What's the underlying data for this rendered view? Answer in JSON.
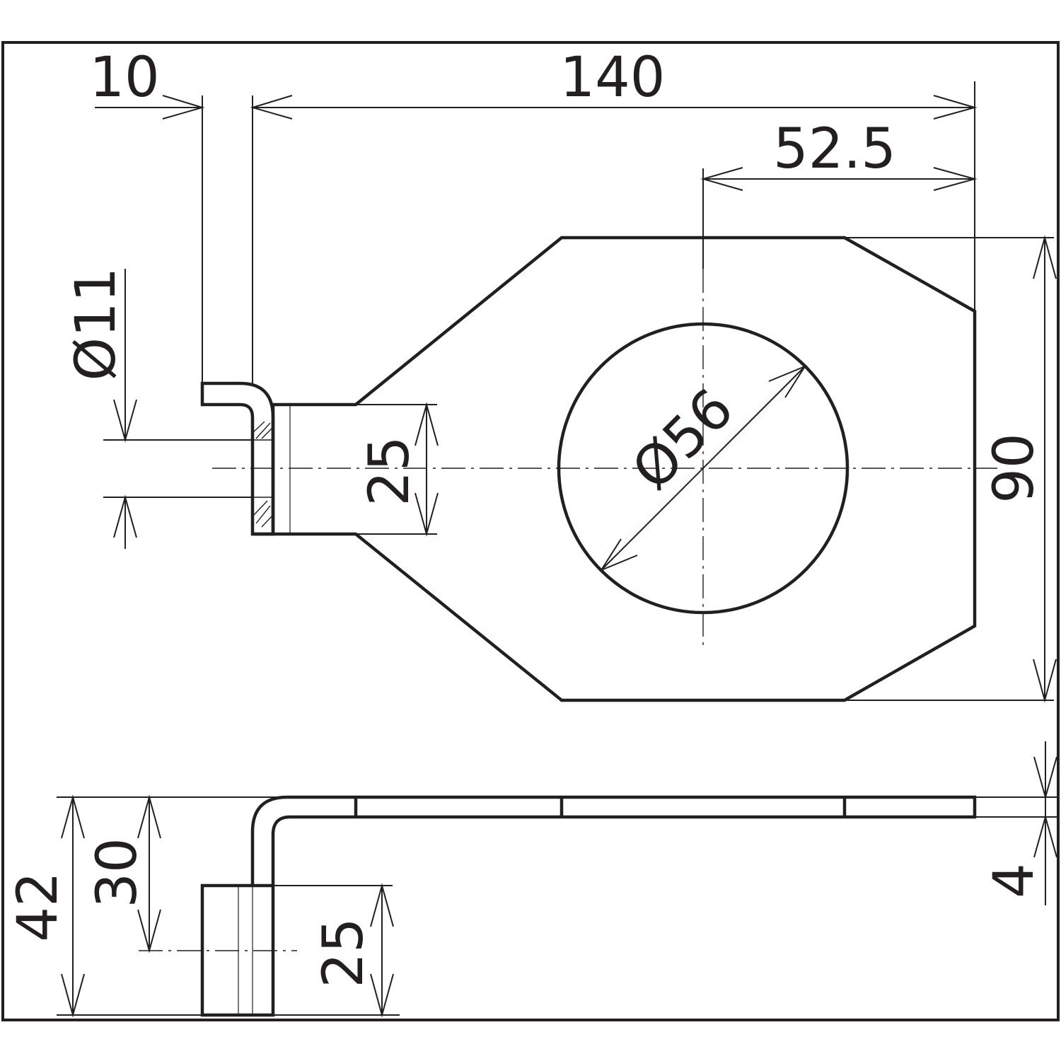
{
  "drawing": {
    "colors": {
      "ink": "#231f20",
      "paper": "#ffffff"
    },
    "dimensions": {
      "width_10": "10",
      "length_140": "140",
      "offset_52_5": "52.5",
      "hole_d11": "Ø11",
      "hole_d56": "Ø56",
      "tab_height_25": "25",
      "plate_height_90": "90",
      "total_height_42": "42",
      "height_30": "30",
      "tab_width_25": "25",
      "thickness_4": "4"
    }
  }
}
